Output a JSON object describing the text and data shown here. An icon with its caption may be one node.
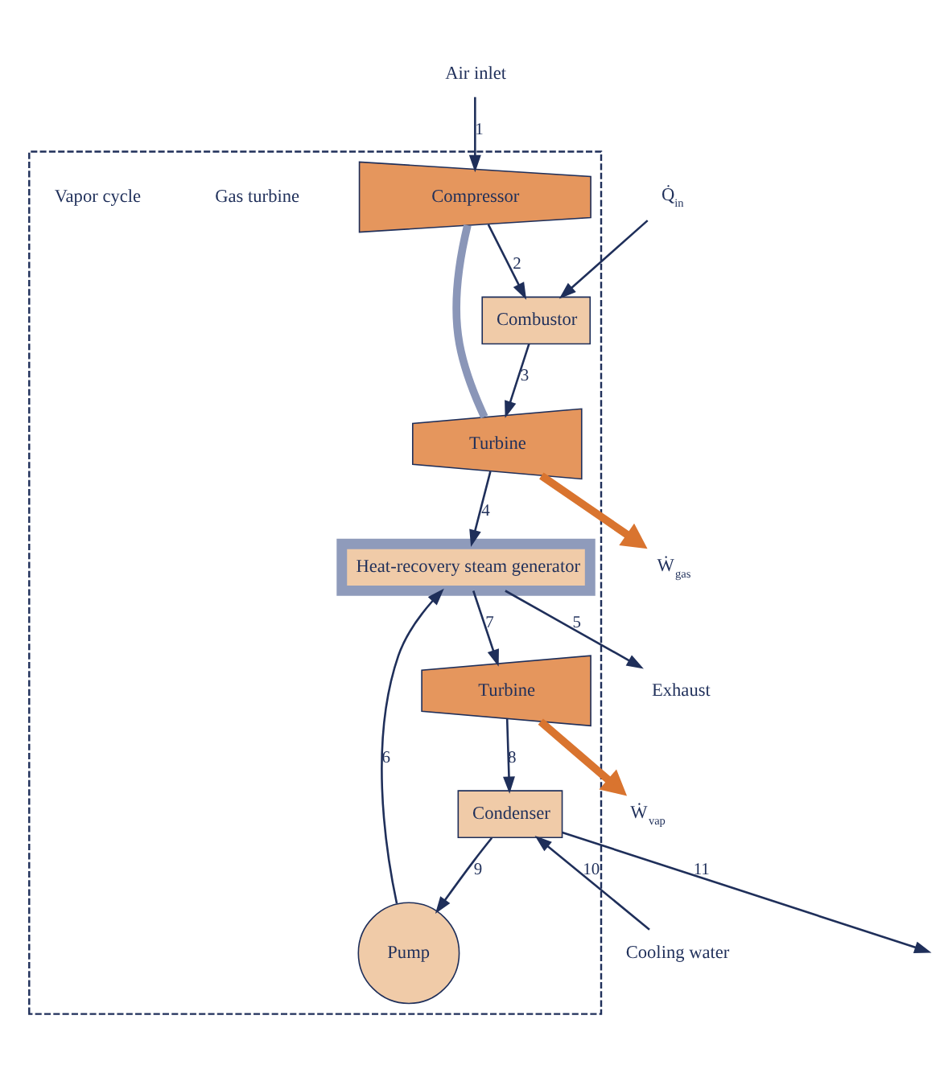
{
  "diagram": {
    "nodes": [
      {
        "text": [],
        "shape": "box"
      },
      {
        "text": [
          "Q̇$_{in}$"
        ]
      },
      {
        "text": [
          "Combustor"
        ],
        "in": 0
      },
      {
        "text": [
          "Compressor"
        ],
        "in": 0
      },
      {
        "text": [
          "Turbine"
        ],
        "in": 0
      },
      {
        "text": [
          "Heat-recovery steam generator"
        ],
        "in": 0
      },
      {
        "text": [
          "Turbine"
        ],
        "in": 0
      },
      {
        "text": [
          "Condenser"
        ],
        "in": 0
      },
      {
        "text": [
          "Pump"
        ],
        "in": 0
      },
      {
        "text": [
          "Ẇ$_{gas}$"
        ]
      },
      {
        "text": [
          "Ẇ$_{vap}$"
        ]
      },
      {
        "text": [
          "Air inlet"
        ]
      },
      {
        "text": [
          "Exhaust"
        ]
      },
      {
        "text": [
          "Cooling water"
        ]
      }
    ],
    "edges": [
      {
        "from": 1,
        "to": 2,
        "arrow": "to"
      },
      {
        "from": 11,
        "to": 3,
        "label": "1",
        "arrow": "to"
      },
      {
        "from": 3,
        "to": 2,
        "label": "2",
        "arrow": "to"
      },
      {
        "from": 2,
        "to": 4,
        "label": "3",
        "arrow": "to"
      },
      {
        "from": 3,
        "to": 4,
        "arrow": "none",
        "style": "thick",
        "color": "#8a96b8"
      },
      {
        "from": 4,
        "to": 9,
        "arrow": "to",
        "style": "thick",
        "color": "#d9742f"
      },
      {
        "from": 4,
        "to": 5,
        "label": "4",
        "arrow": "to"
      },
      {
        "from": 5,
        "to": 12,
        "label": "5",
        "arrow": "to"
      },
      {
        "from": 8,
        "to": 5,
        "label": "6",
        "arrow": "to"
      },
      {
        "from": 5,
        "to": 6,
        "label": "7",
        "arrow": "to"
      },
      {
        "from": 6,
        "to": 10,
        "arrow": "to",
        "style": "thick",
        "color": "#d9742f"
      },
      {
        "from": 6,
        "to": 7,
        "label": "8",
        "arrow": "to"
      },
      {
        "from": 7,
        "to": 8,
        "label": "9",
        "arrow": "to"
      },
      {
        "from": 13,
        "to": 7,
        "label": "10",
        "arrow": "to"
      },
      {
        "from": 7,
        "to": null,
        "label": "11",
        "arrow": "to"
      }
    ],
    "labels": [
      "Gas turbine",
      "Vapor cycle"
    ]
  }
}
